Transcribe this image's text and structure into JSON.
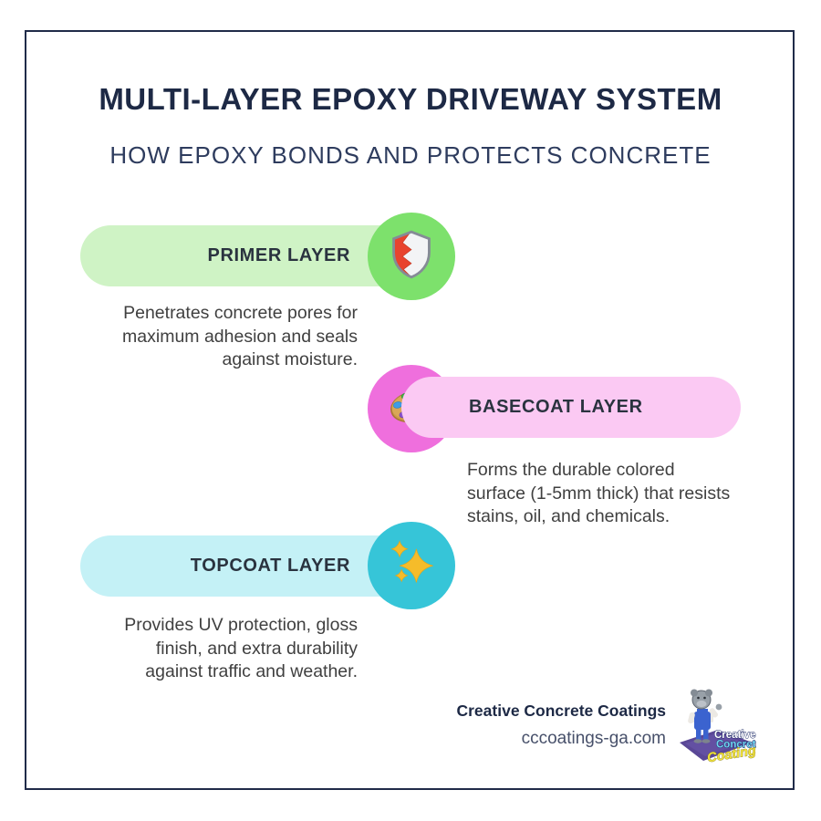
{
  "card": {
    "background": "#ffffff",
    "border_color": "#202b49"
  },
  "header": {
    "title": "MULTI-LAYER EPOXY DRIVEWAY SYSTEM",
    "subtitle": "HOW EPOXY BONDS AND PROTECTS CONCRETE",
    "title_color": "#1d2945",
    "subtitle_color": "#2e3c5e"
  },
  "layers": [
    {
      "label": "PRIMER LAYER",
      "icon": "shield-icon",
      "pill_color": "#cff3c5",
      "circle_color": "#7de16c",
      "desc_lines": [
        "Penetrates concrete pores for",
        "maximum adhesion and seals",
        "against moisture."
      ]
    },
    {
      "label": "BASECOAT LAYER",
      "icon": "palette-icon",
      "pill_color": "#fbc9f3",
      "circle_color": "#ef6fdd",
      "desc_lines": [
        "Forms the durable colored",
        "surface (1-5mm thick) that resists",
        "stains, oil, and chemicals."
      ]
    },
    {
      "label": "TOPCOAT LAYER",
      "icon": "sparkles-icon",
      "pill_color": "#c4f1f6",
      "circle_color": "#36c5d8",
      "desc_lines": [
        "Provides UV protection, gloss",
        "finish, and extra durability",
        "against traffic and weather."
      ]
    }
  ],
  "footer": {
    "company": "Creative Concrete Coatings",
    "website": "cccoatings-ga.com",
    "logo": {
      "line1": "Creative",
      "line2": "Concrete",
      "line3": "Coatings"
    }
  }
}
